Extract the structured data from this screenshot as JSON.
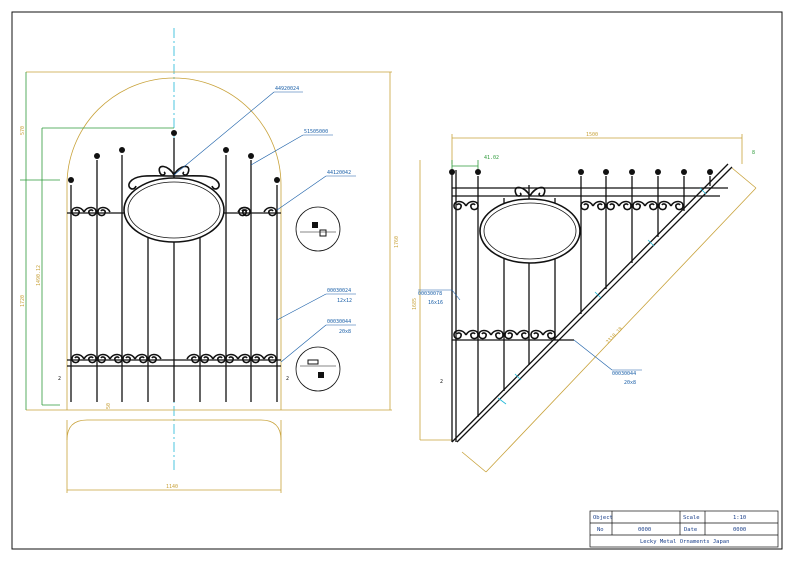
{
  "left_view": {
    "part_labels": [
      "44920024",
      "51505000",
      "44120042",
      "00030024",
      "00030044"
    ],
    "part_sizes": [
      "12x12",
      "20x8"
    ],
    "dimensions": {
      "top_arc": "570",
      "inner_height": "1490.12",
      "outer_height": "1720",
      "right_height": "1760",
      "width": "1140",
      "bottom_gap": "50",
      "left_gap": "2",
      "right_gap": "2"
    }
  },
  "right_view": {
    "part_labels": [
      "00030078",
      "00030044"
    ],
    "part_sizes": [
      "16x16",
      "20x8"
    ],
    "dimensions": {
      "width": "1500",
      "offset": "41.02",
      "height": "1685",
      "diagonal": "2310.18",
      "left_gap": "2",
      "angle_note": "8"
    }
  },
  "title_block": {
    "object_label": "Object",
    "object_value": "",
    "scale_label": "Scale",
    "scale_value": "1:10",
    "no_label": "No",
    "no_value": "0000",
    "date_label": "Date",
    "date_value": "0000",
    "company": "Lecky Metal Ornaments Japan"
  }
}
